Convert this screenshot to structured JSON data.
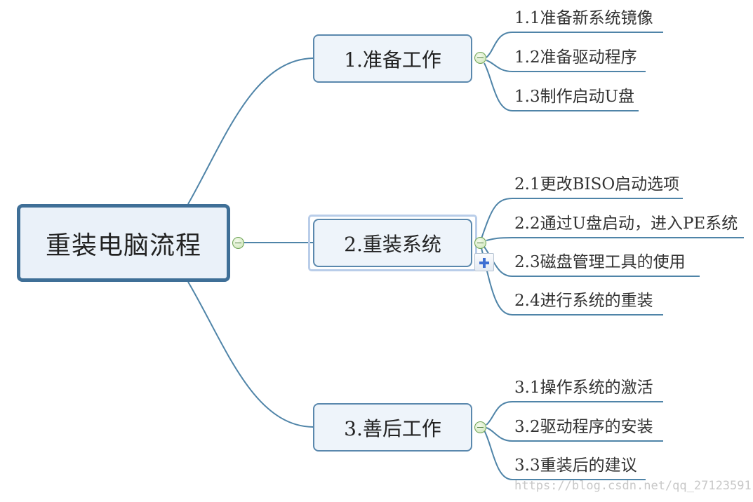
{
  "root": {
    "label": "重装电脑流程"
  },
  "branches": [
    {
      "label": "1.准备工作",
      "children": [
        "1.1准备新系统镜像",
        "1.2准备驱动程序",
        "1.3制作启动U盘"
      ]
    },
    {
      "label": "2.重装系统",
      "children": [
        "2.1更改BISO启动选项",
        "2.2通过U盘启动，进入PE系统",
        "2.3磁盘管理工具的使用",
        "2.4进行系统的重装"
      ]
    },
    {
      "label": "3.善后工作",
      "children": [
        "3.1操作系统的激活",
        "3.2驱动程序的安装",
        "3.3重装后的建议"
      ]
    }
  ],
  "watermark": "https://blog.csdn.net/qq_27123591",
  "colors": {
    "line": "#4f84a8",
    "root_border": "#3f6f97",
    "branch_border": "#5a88ad",
    "node_fill": "#eef4fa",
    "selection": "#b9cde9",
    "collapse_green": "#6ea356",
    "expand_blue": "#3e6fd2"
  }
}
